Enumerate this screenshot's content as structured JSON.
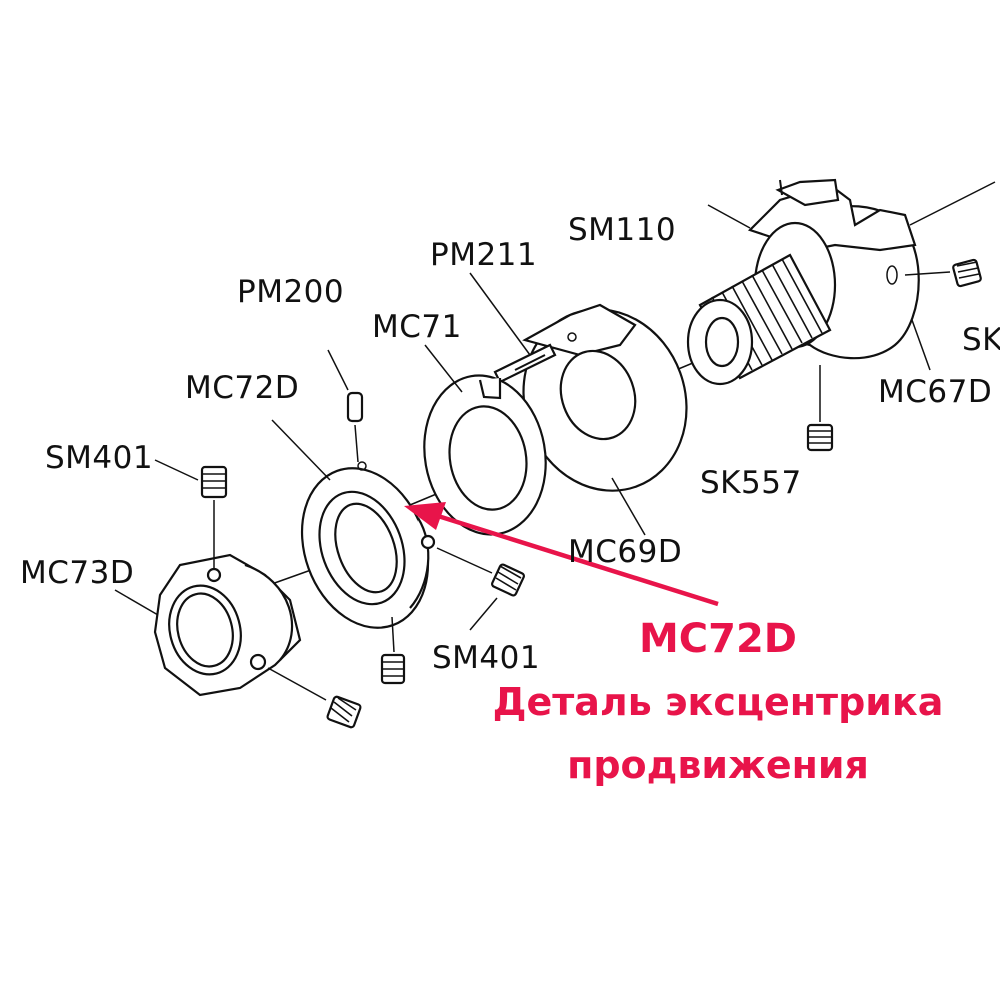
{
  "colors": {
    "line": "#111111",
    "highlight": "#e8144a",
    "background": "#ffffff"
  },
  "labels": {
    "sm110": "SM110",
    "pm211": "PM211",
    "pm200": "PM200",
    "mc71": "MC71",
    "mc72d": "MC72D",
    "sm401_top": "SM401",
    "mc73d": "MC73D",
    "mc67d": "MC67D",
    "sk557": "SK557",
    "mc69d": "MC69D",
    "sm401_bottom": "SM401",
    "sk_cut": "SK"
  },
  "annotation": {
    "title": "MC72D",
    "line1": "Деталь эксцентрика",
    "line2": "продвижения"
  }
}
